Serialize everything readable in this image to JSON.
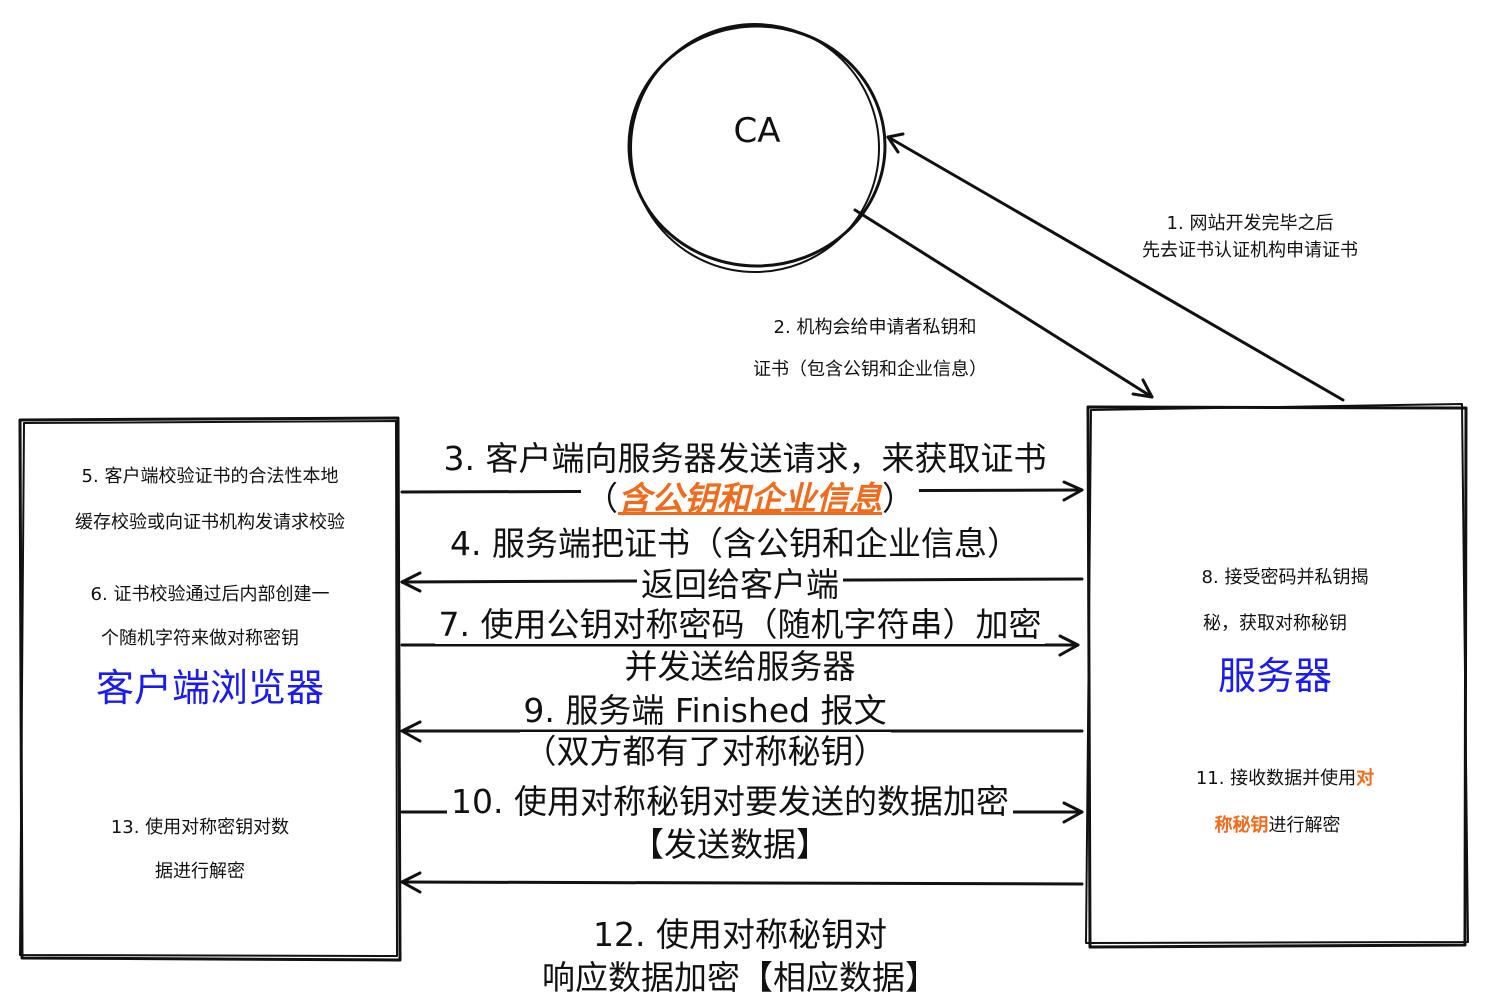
{
  "ca": {
    "label": "CA"
  },
  "client": {
    "title": "客户端浏览器",
    "note5_line1": "5. 客户端校验证书的合法性本地",
    "note5_line2": "缓存校验或向证书机构发请求校验",
    "note6_line1": "6. 证书校验通过后内部创建一",
    "note6_line2": "个随机字符来做对称密钥",
    "note13_line1": "13. 使用对称密钥对数",
    "note13_line2": "据进行解密"
  },
  "server": {
    "title": "服务器",
    "note8_line1": "8. 接受密码并私钥揭",
    "note8_line2": "秘，获取对称秘钥",
    "note11_line1_a": "11. 接收数据并使用",
    "note11_line1_hl": "对",
    "note11_line2_hl": "称秘钥",
    "note11_line2_b": "进行解密"
  },
  "steps": {
    "s1_line1": "1. 网站开发完毕之后",
    "s1_line2": "先去证书认证机构申请证书",
    "s2_line1": "2. 机构会给申请者私钥和",
    "s2_line2": "证书（包含公钥和企业信息）",
    "s3_line1": "3. 客户端向服务器发送请求，来获取证书",
    "s3_open": "（",
    "s3_hl": "含公钥和企业信息",
    "s3_close": "）",
    "s4_line1": "4. 服务端把证书（含公钥和企业信息）",
    "s4_line2": "返回给客户端",
    "s7_line1": "7. 使用公钥对称密码（随机字符串）加密",
    "s7_line2": "并发送给服务器",
    "s9_line1": "9. 服务端 Finished 报文",
    "s9_line2": "（双方都有了对称秘钥）",
    "s10_line1": "10. 使用对称秘钥对要发送的数据加密",
    "s10_line2": "【发送数据】",
    "s12_line1": "12. 使用对称秘钥对",
    "s12_line2": "响应数据加密【相应数据】"
  },
  "colors": {
    "accent_blue": "#1a1af2",
    "highlight_orange": "#f26a1b",
    "stroke": "#111111"
  }
}
